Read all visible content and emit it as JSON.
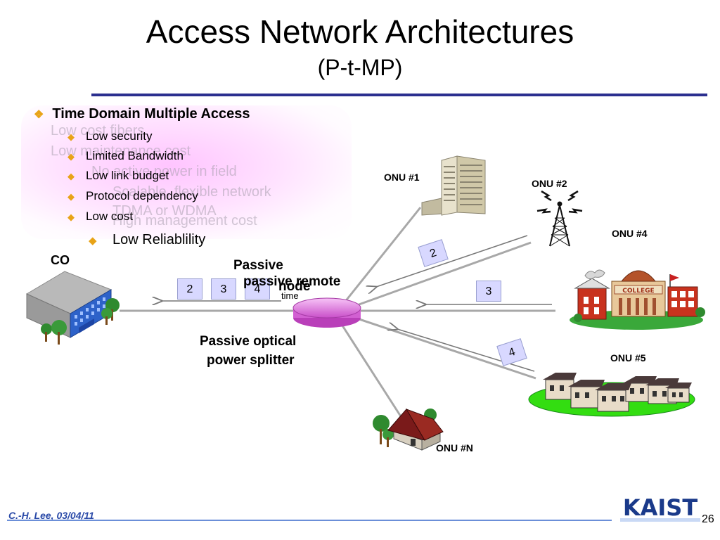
{
  "header": {
    "title": "Access Network Architectures",
    "subtitle": "(P-t-MP)"
  },
  "content": {
    "main_bullet": "Time Domain Multiple Access",
    "sub_bullets": [
      "Low security",
      "Limited Bandwidth",
      "Low link budget",
      "Protocol dependency",
      "Low cost"
    ],
    "extra_bullet": "Low Reliablility",
    "ghost_text": [
      "Low cost fibers",
      "Low maintenance cost",
      "No active power in field",
      "Scalable, flexible network",
      "TDMA or WDMA",
      "High management cost"
    ]
  },
  "diagram": {
    "co_label": "CO",
    "remote_node_label_line1": "Passive",
    "remote_node_label_line2": "passive remote",
    "remote_node_label_line3": "node",
    "time_label": "time",
    "splitter_label_line1": "Passive optical",
    "splitter_label_line2": "power splitter",
    "onus": {
      "onu1": "ONU #1",
      "onu2": "ONU #2",
      "onu4": "ONU #4",
      "onu5": "ONU #5",
      "onun": "ONU #N"
    },
    "packets_upstream_to_co": [
      "2",
      "3",
      "4"
    ],
    "packet_onu2": "2",
    "packet_onu4": "3",
    "packet_onu5": "4",
    "college_sign": "COLLEGE"
  },
  "footer": {
    "author": "C.-H. Lee, 03/04/11",
    "page": "26",
    "logo": "KAIST"
  },
  "colors": {
    "title_rule": "#2b2f8f",
    "bullet_marker": "#e8a317",
    "packet_fill": "#d8d8ff",
    "splitter": "#e67ee6",
    "footer_text": "#2a4aa8"
  }
}
